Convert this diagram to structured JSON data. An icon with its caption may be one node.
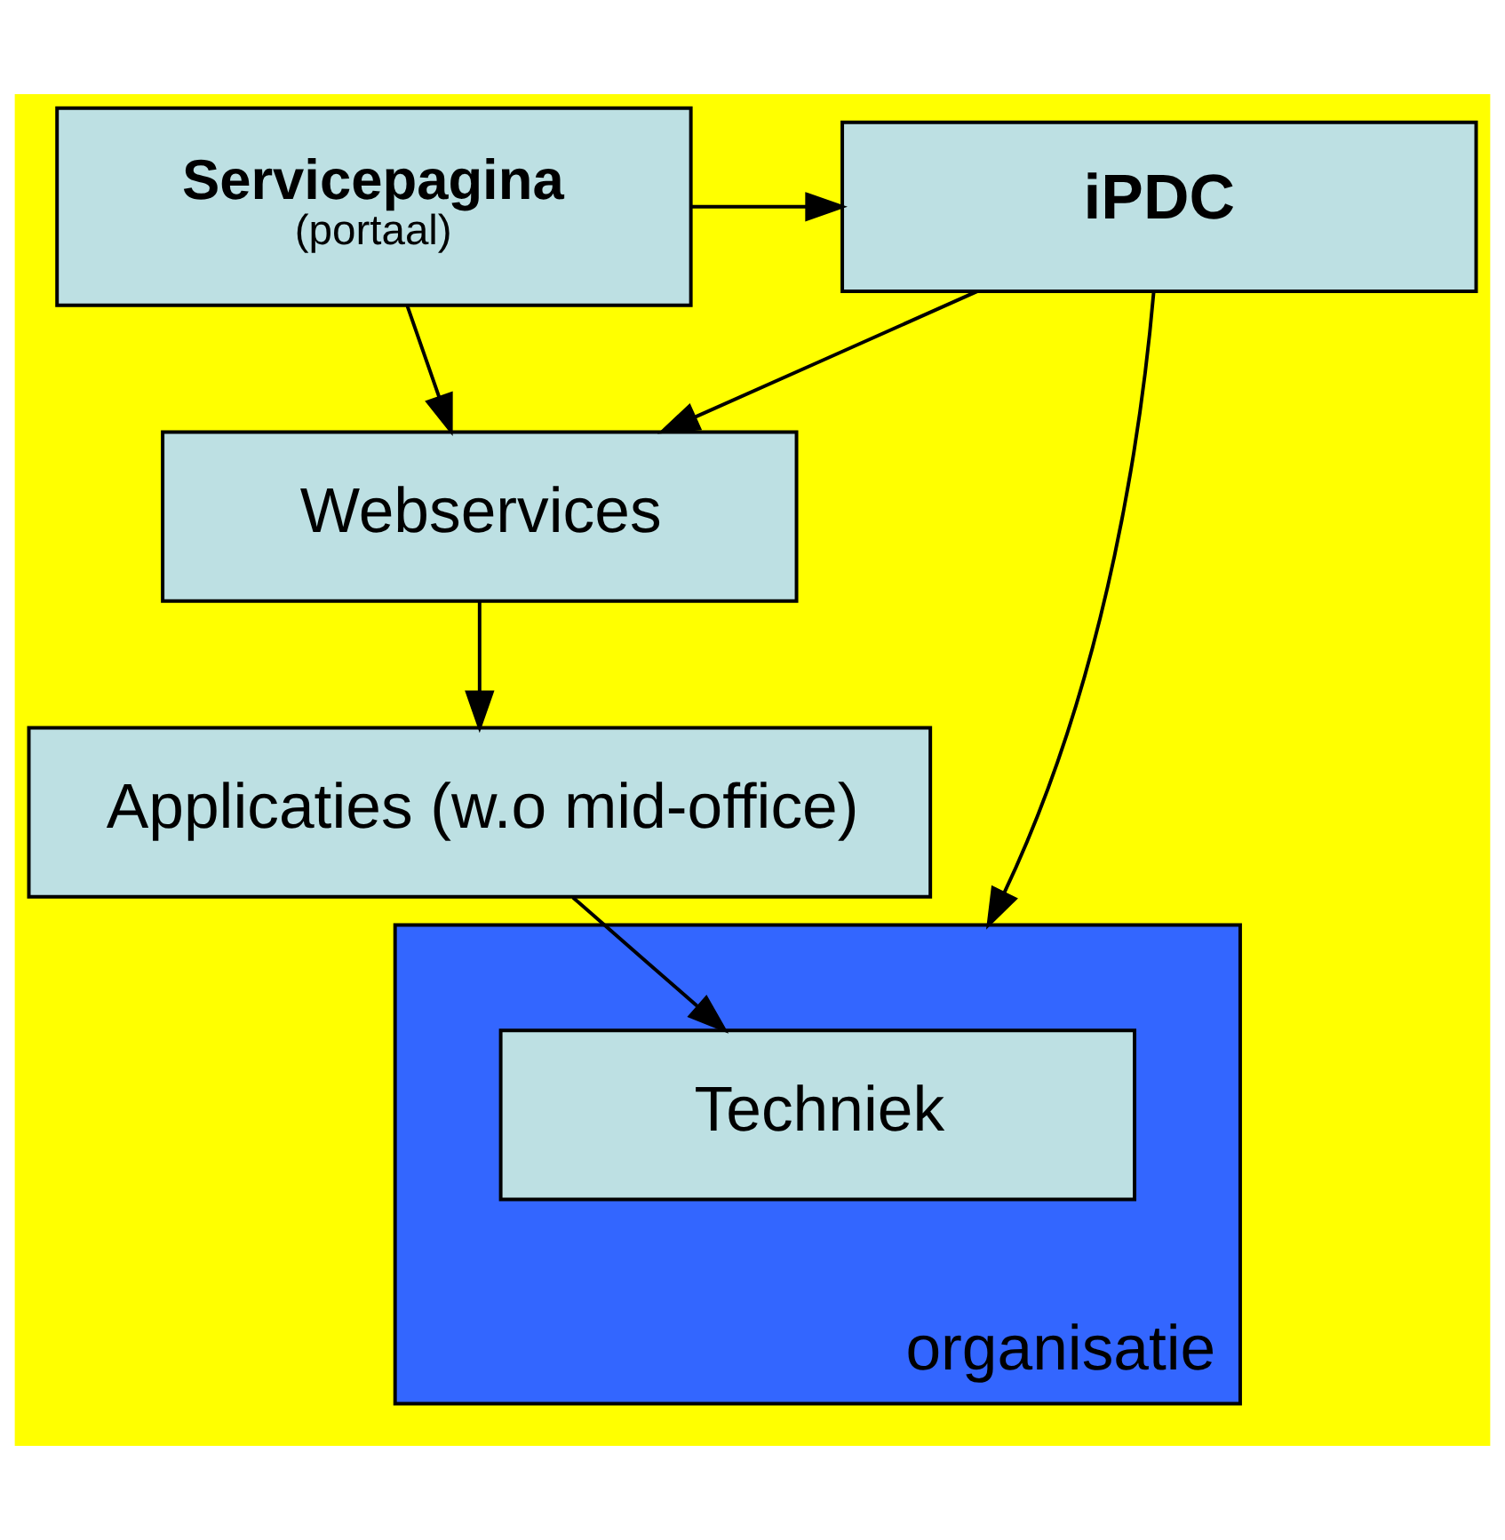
{
  "diagram": {
    "nodes": [
      {
        "text": [
          "Servicepagina",
          "(portaal)"
        ]
      },
      {
        "text": [
          "iPDC"
        ]
      },
      {
        "text": [
          "Webservices"
        ]
      },
      {
        "text": [
          "Applicaties (w.o mid-office)"
        ]
      },
      {
        "text": [
          "organisatie"
        ]
      },
      {
        "text": [
          "Techniek"
        ],
        "in": 4
      }
    ],
    "edges": [
      {
        "from": 0,
        "to": 1,
        "arrow": "to"
      },
      {
        "from": 0,
        "to": 2,
        "arrow": "to"
      },
      {
        "from": 1,
        "to": 2,
        "arrow": "to"
      },
      {
        "from": 1,
        "to": 4,
        "arrow": "to"
      },
      {
        "from": 2,
        "to": 3,
        "arrow": "to"
      },
      {
        "from": 3,
        "to": 5,
        "arrow": "to"
      }
    ]
  }
}
